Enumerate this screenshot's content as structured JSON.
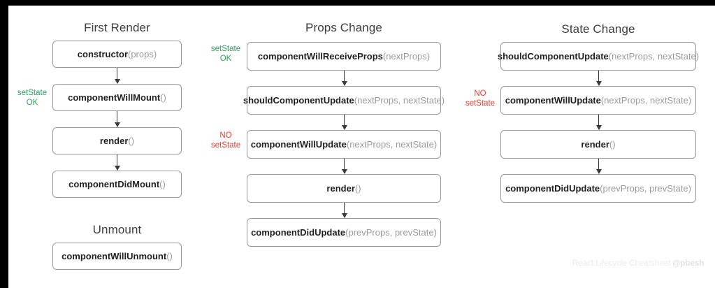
{
  "frame": {
    "bar_color": "#000000"
  },
  "colors": {
    "ok": "#2ea05c",
    "no": "#f0392e",
    "box_border": "#9a9a9a",
    "fn_text": "#1f1f1f",
    "args_text": "#9b9b9b",
    "title_text": "#3d3d3d",
    "arrow": "#3a3a3a",
    "watermark": "#ebebeb"
  },
  "columns": {
    "first_render": {
      "title": "First Render",
      "annotation": {
        "line1": "setState",
        "line2": "OK",
        "kind": "ok"
      },
      "boxes": [
        {
          "fn": "constructor",
          "args": "(props)"
        },
        {
          "fn": "componentWillMount",
          "args": "()"
        },
        {
          "fn": "render",
          "args": "()"
        },
        {
          "fn": "componentDidMount",
          "args": "()"
        }
      ]
    },
    "unmount": {
      "title": "Unmount",
      "boxes": [
        {
          "fn": "componentWillUnmount",
          "args": "()"
        }
      ]
    },
    "props_change": {
      "title": "Props Change",
      "annotation_ok": {
        "line1": "setState",
        "line2": "OK",
        "kind": "ok"
      },
      "annotation_no": {
        "line1": "NO",
        "line2": "setState",
        "kind": "no"
      },
      "boxes": [
        {
          "fn": "componentWillReceiveProps",
          "args": "(nextProps)"
        },
        {
          "fn": "shouldComponentUpdate",
          "args": "(nextProps, nextState)"
        },
        {
          "fn": "componentWillUpdate",
          "args": "(nextProps, nextState)"
        },
        {
          "fn": "render",
          "args": "()"
        },
        {
          "fn": "componentDidUpdate",
          "args": "(prevProps, prevState)"
        }
      ]
    },
    "state_change": {
      "title": "State Change",
      "annotation_no": {
        "line1": "NO",
        "line2": "setState",
        "kind": "no"
      },
      "boxes": [
        {
          "fn": "shouldComponentUpdate",
          "args": "(nextProps, nextState)"
        },
        {
          "fn": "componentWillUpdate",
          "args": "(nextProps, nextState)"
        },
        {
          "fn": "render",
          "args": "()"
        },
        {
          "fn": "componentDidUpdate",
          "args": "(prevProps, prevState)"
        }
      ]
    }
  },
  "watermark": {
    "text": "React Lifecycle Cheatsheet ",
    "handle": "@pbesh"
  }
}
